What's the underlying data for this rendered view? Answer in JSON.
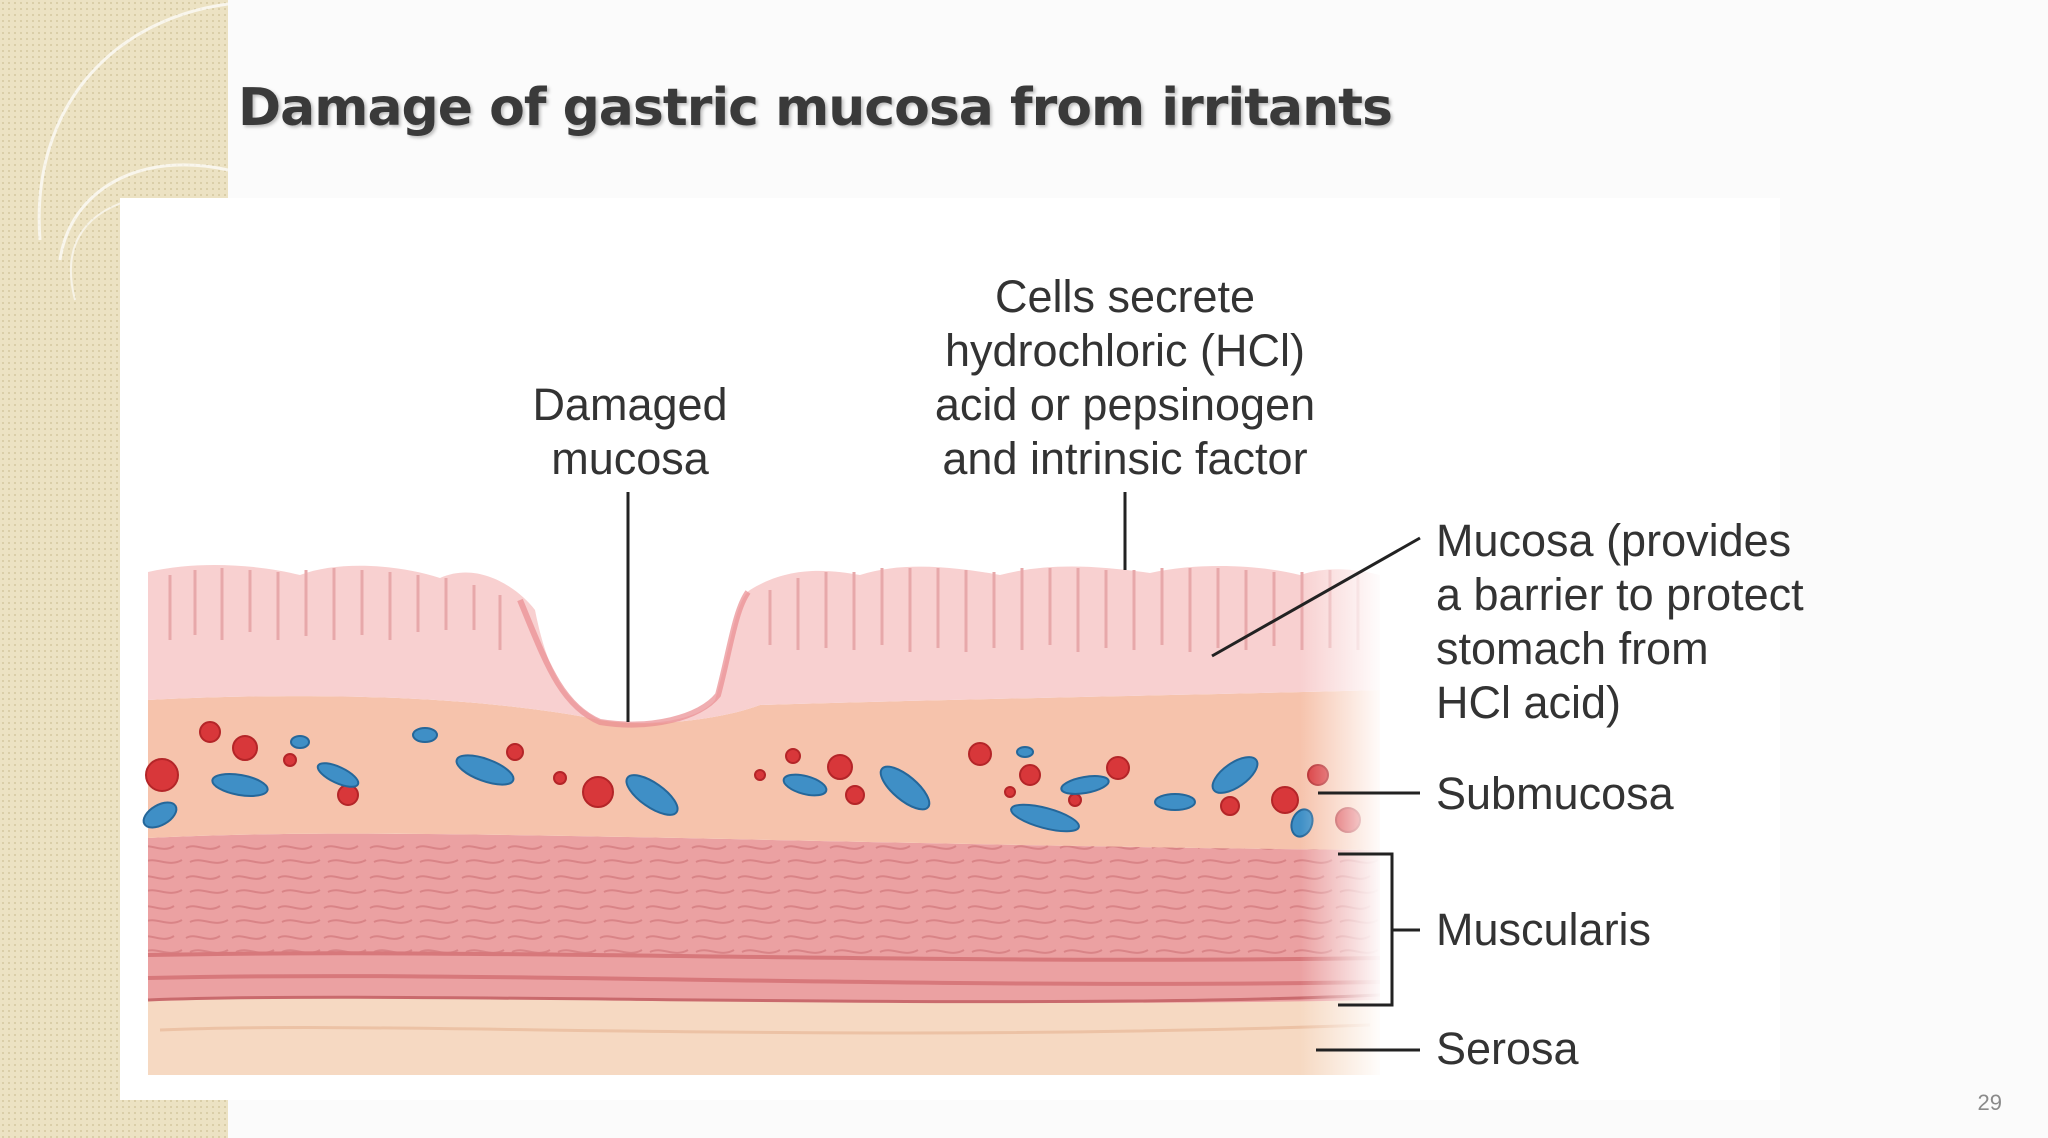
{
  "slide": {
    "title": "Damage of gastric mucosa from irritants",
    "page_number": "29"
  },
  "diagram": {
    "labels": {
      "damaged_mucosa": "Damaged\nmucosa",
      "cells_secrete": "Cells secrete\nhydrochloric (HCl)\nacid or pepsinogen\nand intrinsic factor",
      "mucosa": "Mucosa (provides\na barrier to protect\nstomach from\nHCl acid)",
      "submucosa": "Submucosa",
      "muscularis": "Muscularis",
      "serosa": "Serosa"
    },
    "colors": {
      "mucosa": "#f8d0d0",
      "submucosa": "#f6c3ac",
      "muscularis": "#eba1a2",
      "serosa": "#f6d9c2",
      "blood_red": "#d8373a",
      "vessel_blue": "#3f8fc6"
    }
  }
}
